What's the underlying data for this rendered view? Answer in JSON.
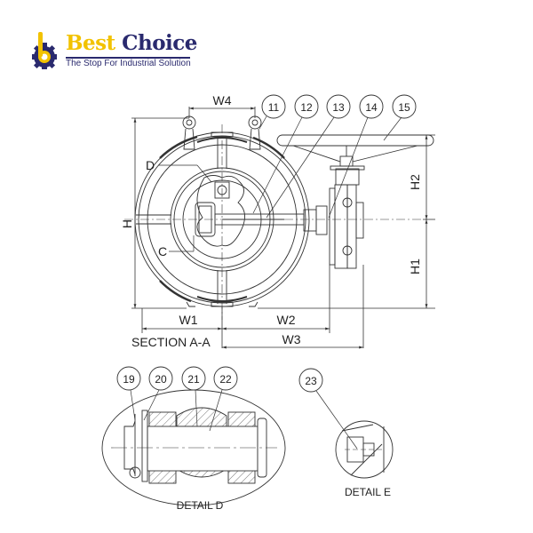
{
  "logo": {
    "word1": "Best",
    "word2": "Choice",
    "tagline": "The Stop For Industrial Solution",
    "colors": {
      "yellow": "#f2c200",
      "navy": "#2a2a6e"
    }
  },
  "drawing": {
    "section_title": "SECTION A-A",
    "dimensions": {
      "w4": "W4",
      "h": "H",
      "h1": "H1",
      "h2": "H2",
      "w1": "W1",
      "w2": "W2",
      "w3": "W3"
    },
    "detail_markers": {
      "d": "D",
      "c": "C"
    },
    "balloons": [
      "11",
      "12",
      "13",
      "14",
      "15",
      "19",
      "20",
      "21",
      "22",
      "23"
    ],
    "detail_d_title": "DETAIL D",
    "detail_e_title": "DETAIL E",
    "line_color": "#333333"
  }
}
